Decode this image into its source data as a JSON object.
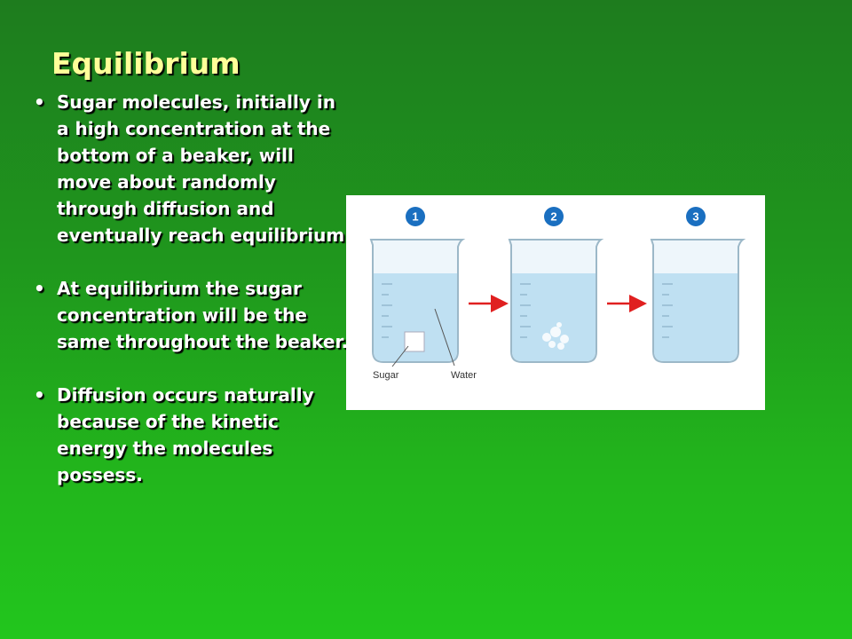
{
  "slide": {
    "title": "Equilibrium",
    "bullet_glyph": "•",
    "bullets": [
      "Sugar molecules, initially in a high concentration at the bottom of a beaker, will move about randomly through diffusion and eventually reach equilibrium.",
      "At equilibrium the sugar concentration will be the same throughout the beaker.",
      "Diffusion occurs naturally because of the kinetic energy the molecules possess."
    ]
  },
  "figure": {
    "steps": [
      "1",
      "2",
      "3"
    ],
    "labels": {
      "sugar": "Sugar",
      "water": "Water"
    },
    "colors": {
      "step_badge": "#1a6fc0",
      "arrow": "#e02020",
      "water": "#bfe0f2",
      "text_title": "#ffff99"
    }
  }
}
